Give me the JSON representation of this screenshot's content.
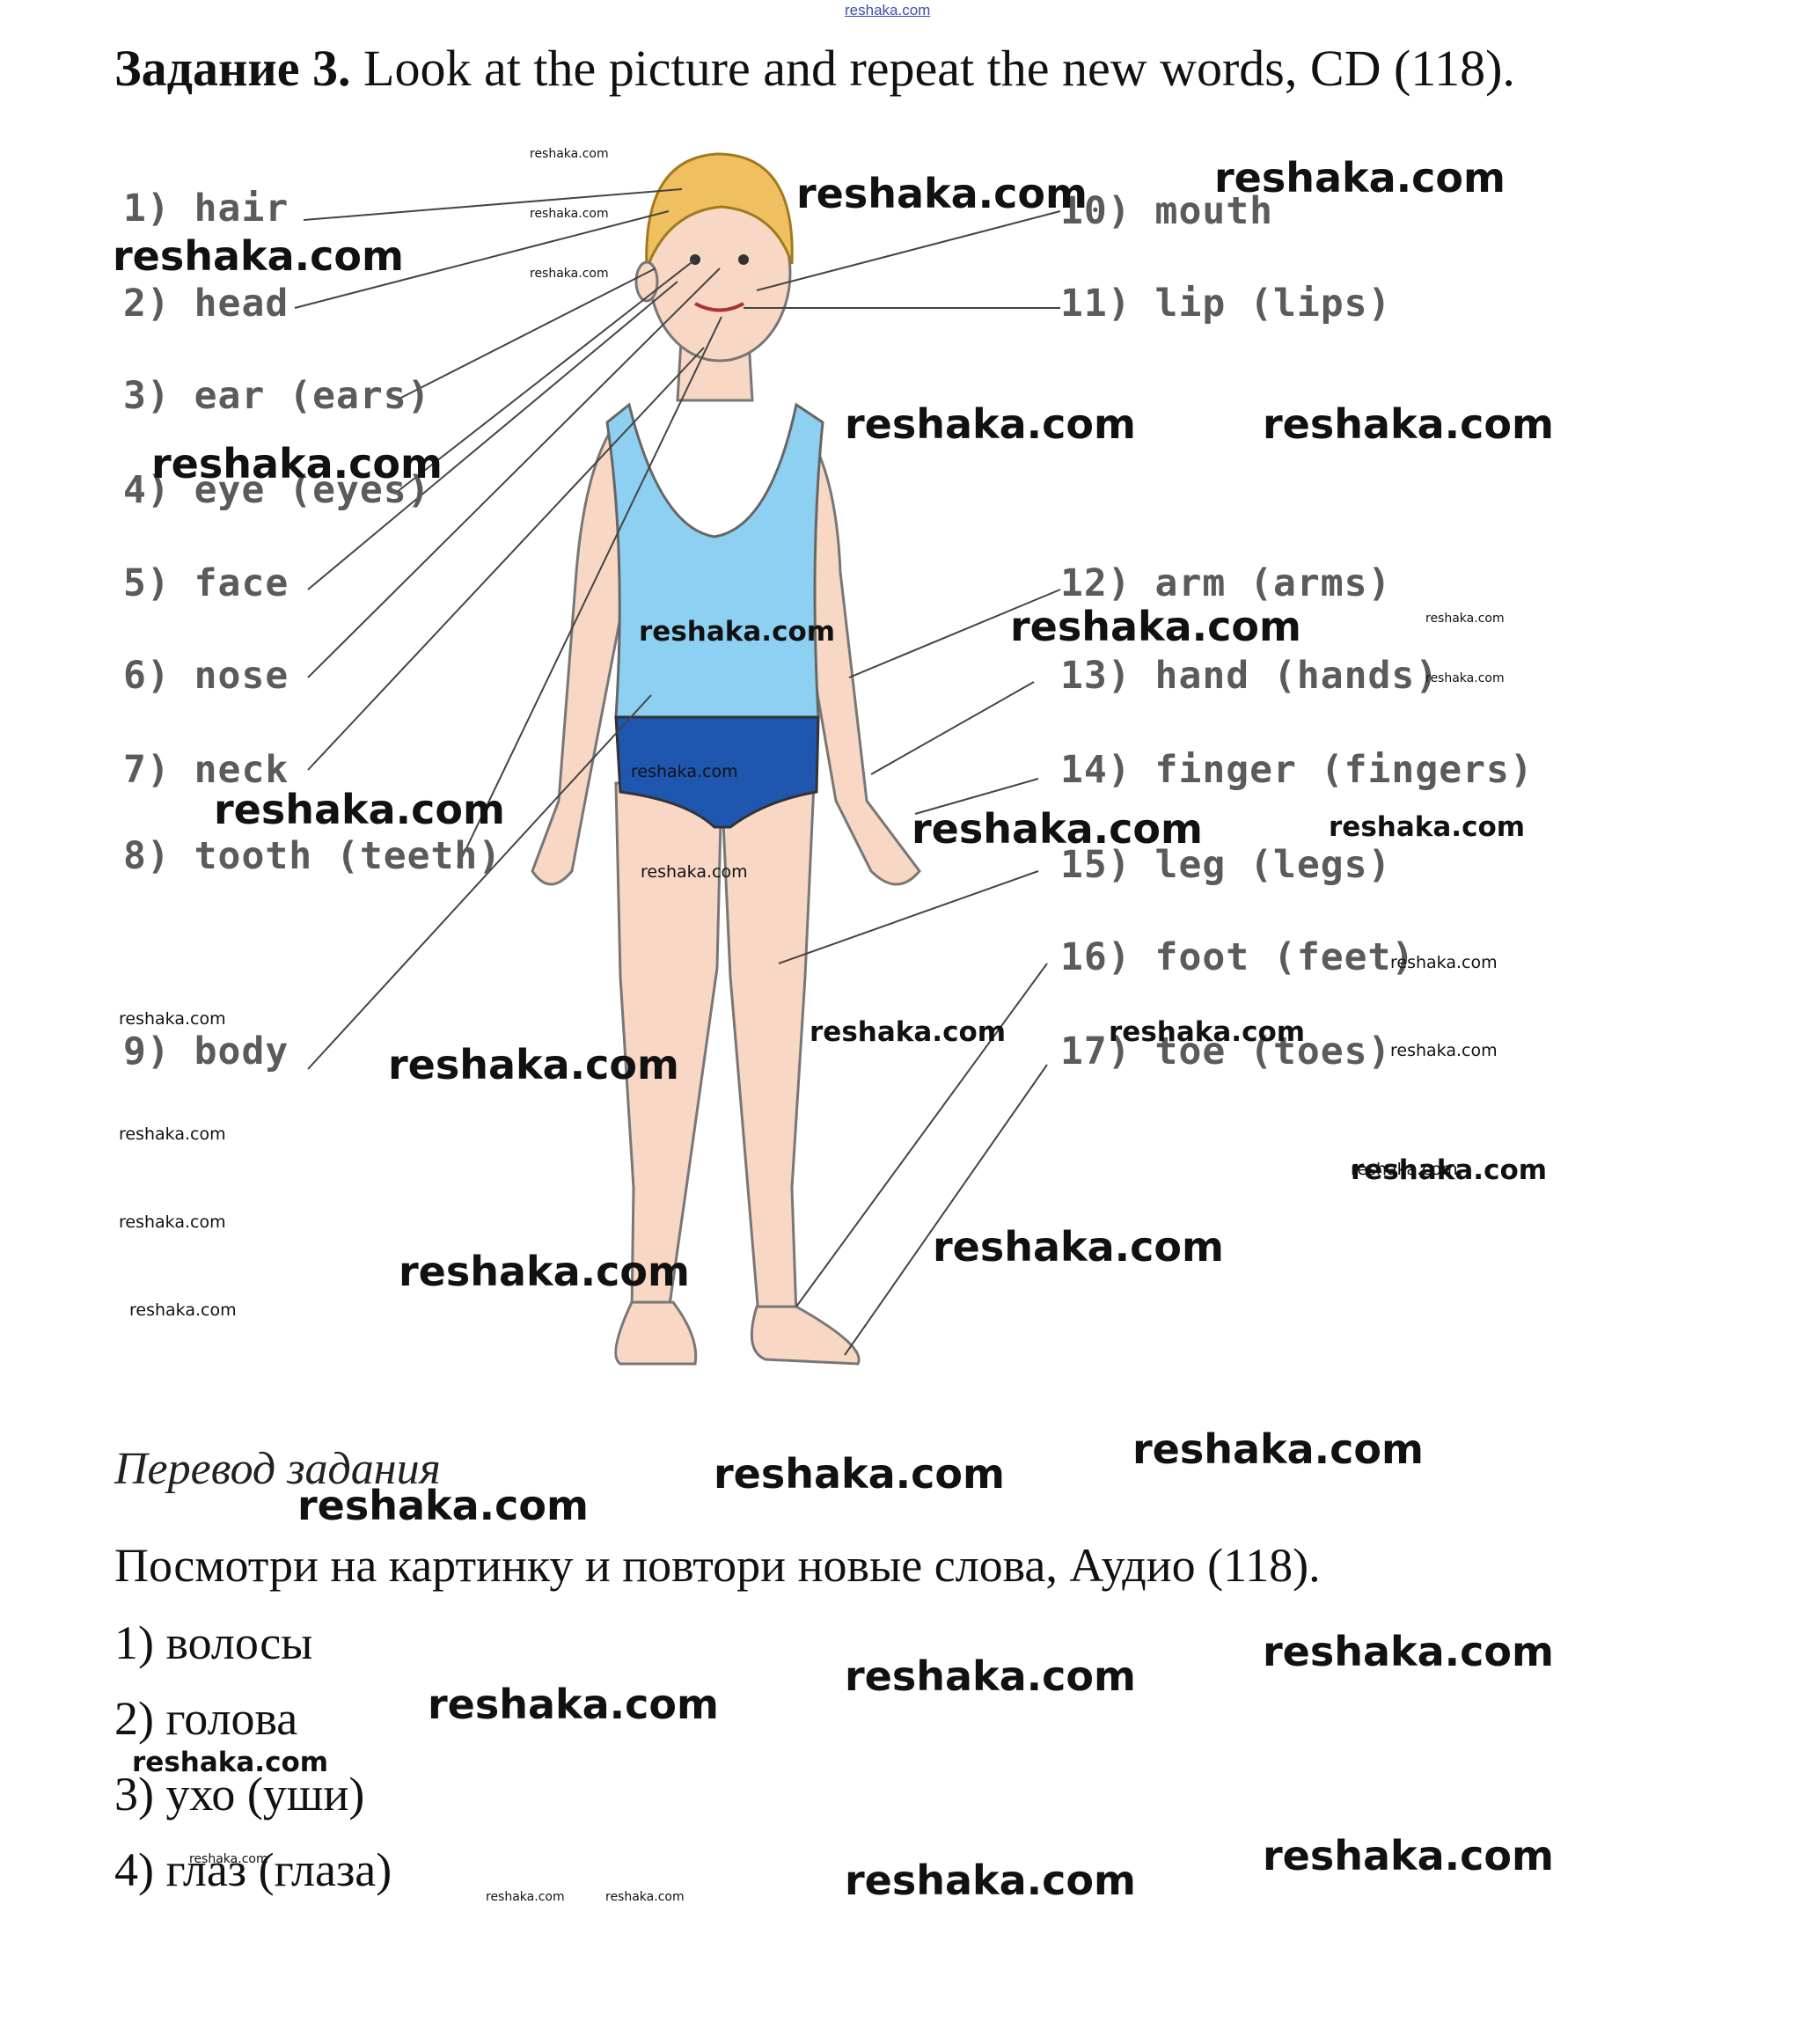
{
  "top_link": "reshaka.com",
  "task": {
    "number": "Задание 3.",
    "text": " Look at the picture and repeat the new words, CD (118)."
  },
  "labels_left": [
    "1) hair",
    "2) head",
    "3) ear (ears)",
    "4) eye (eyes)",
    "5) face",
    "6) nose",
    "7) neck",
    "8) tooth (teeth)",
    "9) body"
  ],
  "labels_right": [
    "10) mouth",
    "11) lip (lips)",
    "12) arm (arms)",
    "13) hand (hands)",
    "14) finger (fingers)",
    "15) leg (legs)",
    "16) foot (feet)",
    "17) toe (toes)"
  ],
  "watermark": "reshaka.com",
  "translation": {
    "heading": "Перевод задания",
    "text": "Посмотри на картинку и повтори новые слова, Аудио (118).",
    "items": [
      "1) волосы",
      "2) голова",
      "3) ухо (уши)",
      "4) глаз (глаза)"
    ]
  },
  "colors": {
    "vest": "#8dd0f2",
    "shorts": "#1f57b0",
    "skin": "#f8d8c4",
    "hair": "#f0c060",
    "label_text": "#5b5b5b"
  }
}
